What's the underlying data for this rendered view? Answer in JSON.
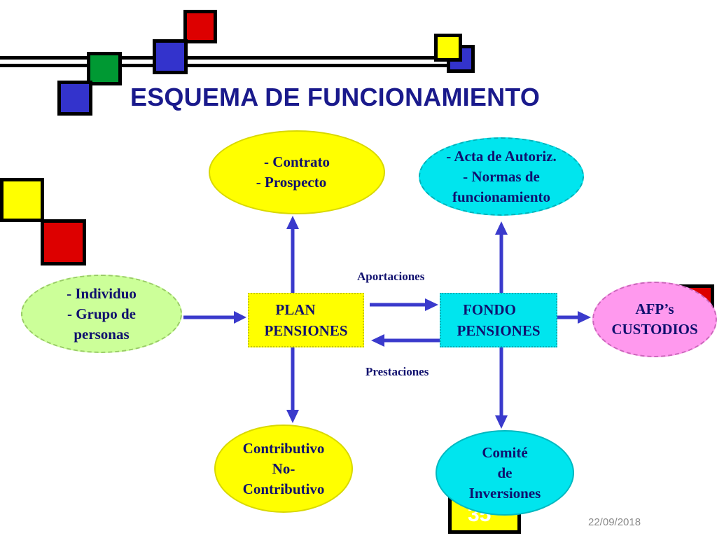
{
  "title": "ESQUEMA DE FUNCIONAMIENTO",
  "nodes": {
    "documents": [
      "- Contrato",
      "- Prospecto"
    ],
    "regulations": [
      "- Acta de Autoriz.",
      "- Normas de",
      "funcionamiento"
    ],
    "participants": [
      "- Individuo",
      "- Grupo de",
      "personas"
    ],
    "plan": [
      "PLAN",
      "PENSIONES"
    ],
    "fund": [
      "FONDO",
      "PENSIONES"
    ],
    "entities": [
      "AFP’s",
      "CUSTODIOS"
    ],
    "plan_types": [
      "Contributivo",
      "No-",
      "Contributivo"
    ],
    "committee": [
      "Comité",
      "de",
      "Inversiones"
    ]
  },
  "edge_labels": {
    "contributions": "Aportaciones",
    "benefits": "Prestaciones"
  },
  "footer": {
    "slide_number": "35",
    "date": "22/09/2018"
  },
  "colors": {
    "title": "#1a1a8c",
    "arrow": "#3a3acc",
    "yellow": "#ffff00",
    "cyan": "#00e5ee",
    "light_green": "#ccff99",
    "pink": "#ff99ee",
    "deco_red": "#dd0000",
    "deco_blue": "#3333cc",
    "deco_green": "#009933"
  }
}
